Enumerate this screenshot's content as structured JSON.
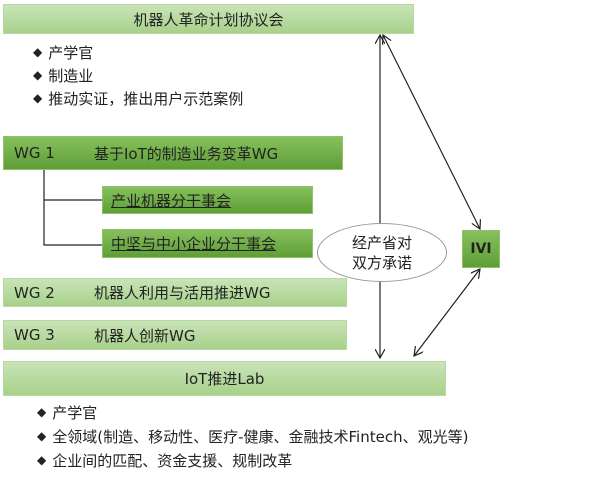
{
  "council": {
    "title": "机器人革命计划协议会",
    "bullets": [
      "产学官",
      "制造业",
      "推动实证，推出用户示范案例"
    ]
  },
  "wg1": {
    "id": "WG 1",
    "title": "基于IoT的制造业务变革WG",
    "subgroups": [
      "产业机器分干事会",
      "中坚与中小企业分干事会"
    ]
  },
  "wg2": {
    "id": "WG 2",
    "title": "机器人利用与活用推进WG"
  },
  "wg3": {
    "id": "WG 3",
    "title": "机器人创新WG"
  },
  "ellipse": {
    "line1": "经产省对",
    "line2": "双方承诺"
  },
  "ivi": {
    "label": "IVI"
  },
  "lab": {
    "title": "IoT推进Lab",
    "bullets": [
      "产学官",
      "全领域(制造、移动性、医疗-健康、金融技术Fintech、观光等)",
      "企业间的匹配、资金支援、规制改革"
    ]
  },
  "bullet_symbol": "◆",
  "colors": {
    "light_green": "#a8d18a",
    "dark_green": "#5f9e37"
  }
}
